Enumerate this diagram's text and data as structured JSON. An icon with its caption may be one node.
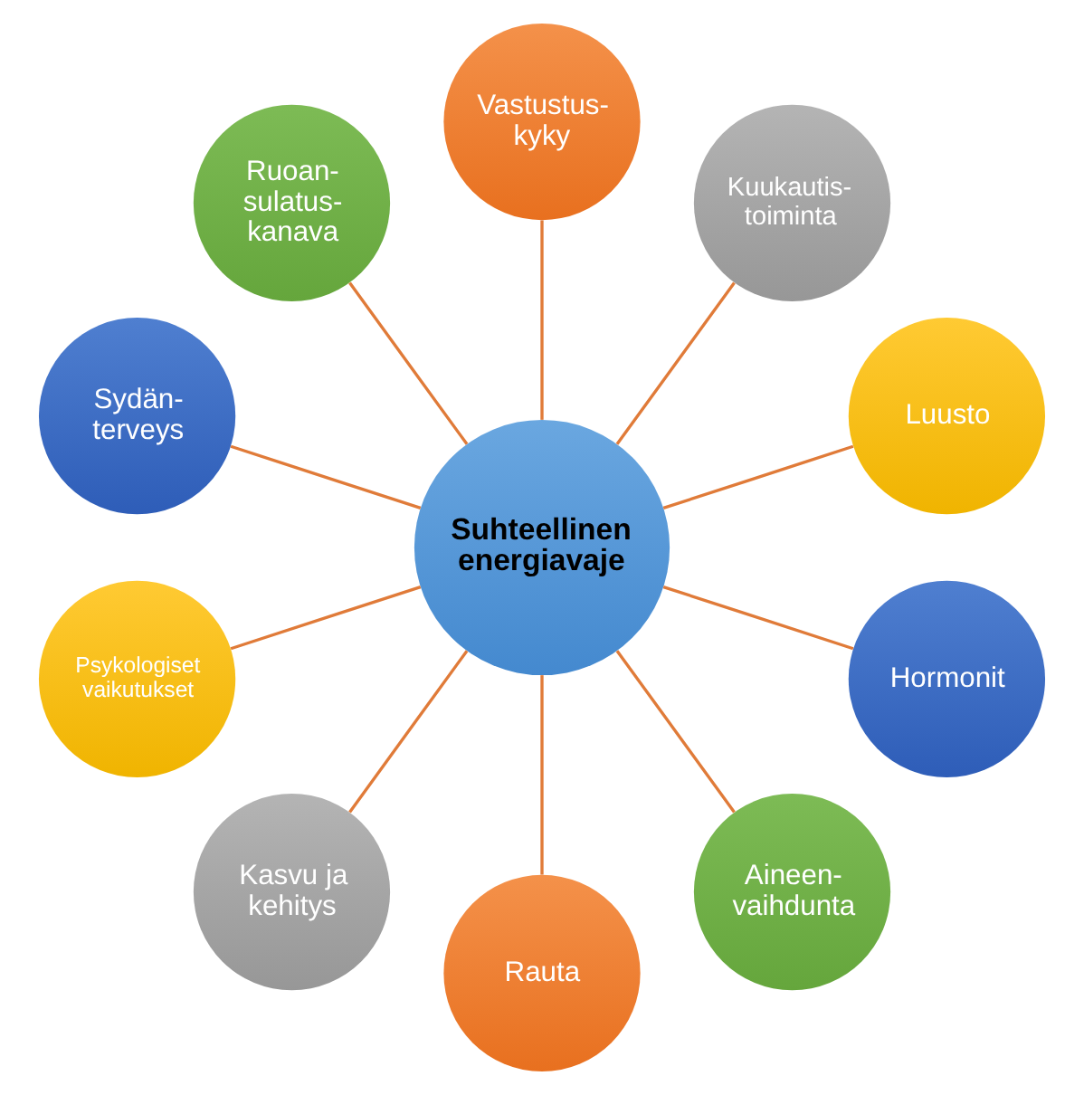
{
  "diagram": {
    "nodes": [
      {
        "text": [
          "Suhteellinen energiavaje"
        ]
      },
      {
        "text": [
          "Vastustus- kyky"
        ]
      },
      {
        "text": [
          "Kuukautis- toiminta"
        ]
      },
      {
        "text": [
          "Luusto"
        ]
      },
      {
        "text": [
          "Hormonit"
        ]
      },
      {
        "text": [
          "Aineen- vaihdunta"
        ]
      },
      {
        "text": [
          "Rauta"
        ]
      },
      {
        "text": [
          "Kasvu ja kehitys"
        ]
      },
      {
        "text": [
          "Psykologiset vaikutukset"
        ]
      },
      {
        "text": [
          "Sydän- terveys"
        ]
      },
      {
        "text": [
          "Ruoan- sulatus- kanava"
        ]
      }
    ],
    "edges": [
      {
        "from": 0,
        "to": 1,
        "arrow": "none"
      },
      {
        "from": 0,
        "to": 2,
        "arrow": "none"
      },
      {
        "from": 0,
        "to": 3,
        "arrow": "none"
      },
      {
        "from": 0,
        "to": 4,
        "arrow": "none"
      },
      {
        "from": 0,
        "to": 5,
        "arrow": "none"
      },
      {
        "from": 0,
        "to": 6,
        "arrow": "none"
      },
      {
        "from": 0,
        "to": 7,
        "arrow": "none"
      },
      {
        "from": 0,
        "to": 8,
        "arrow": "none"
      },
      {
        "from": 0,
        "to": 9,
        "arrow": "none"
      },
      {
        "from": 0,
        "to": 10,
        "arrow": "none"
      }
    ]
  }
}
